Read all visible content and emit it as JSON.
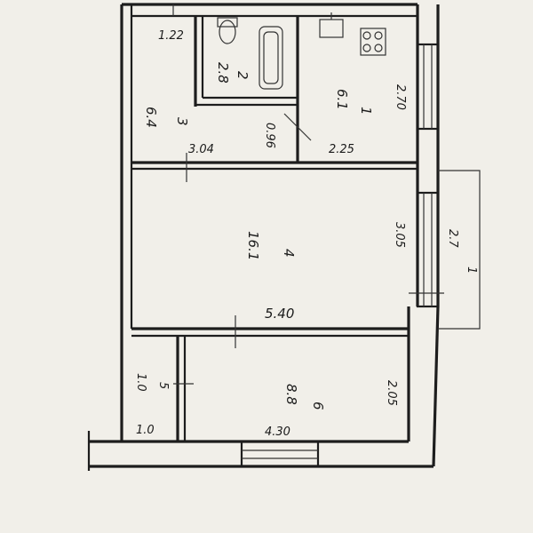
{
  "rooms": {
    "kitchen": {
      "number": "1",
      "area": "6.1"
    },
    "bathroom": {
      "number": "2",
      "area": "2.8"
    },
    "corridor": {
      "number": "3",
      "area": "6.4"
    },
    "living": {
      "number": "4",
      "area": "16.1"
    },
    "closet": {
      "number": "5",
      "area": "1.0"
    },
    "bedroom": {
      "number": "6",
      "area": "8.8"
    },
    "balcony": {
      "number": "1",
      "area": "2.7"
    }
  },
  "dimensions": {
    "top_small": "1.22",
    "corridor_width": "3.04",
    "bath_width": "0.96",
    "kitchen_width": "2.25",
    "kitchen_depth": "2.70",
    "living_height": "3.05",
    "living_width": "5.40",
    "closet_width": "1.0",
    "bedroom_width": "4.30",
    "bedroom_height": "2.05"
  }
}
